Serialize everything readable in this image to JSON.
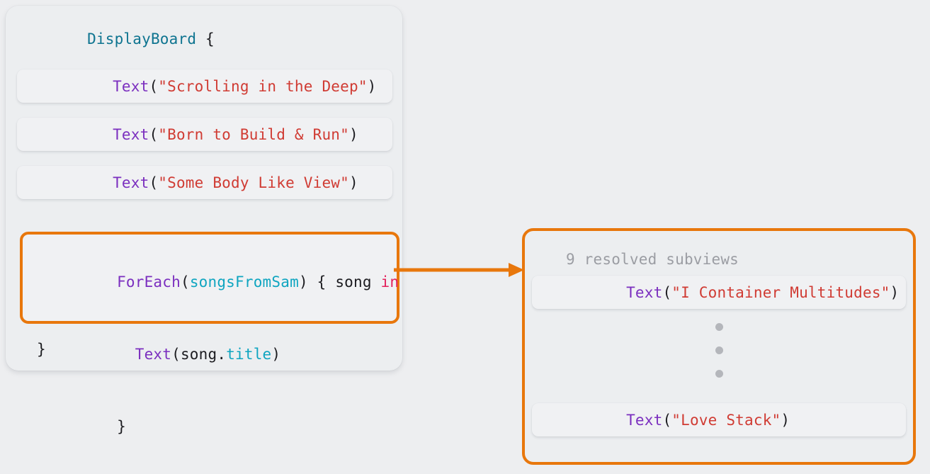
{
  "theme": {
    "page_background": "#edeef0",
    "card_background": "#eceef0",
    "row_background": "#f0f1f3",
    "highlight_border": "#e8770c",
    "arrow_color": "#e8770c",
    "syntax": {
      "type_name": "#0e7490",
      "view_name": "#7b2fbf",
      "string_literal": "#d03b33",
      "identifier": "#0fa5c0",
      "keyword": "#e3215b",
      "plain": "#1c1c20",
      "muted": "#9b9da3"
    }
  },
  "left_card": {
    "declaration": {
      "type_name": "DisplayBoard",
      "open_brace": " {"
    },
    "static_rows": [
      {
        "view": "Text",
        "open_paren": "(",
        "string": "\"Scrolling in the Deep\"",
        "close_paren": ")"
      },
      {
        "view": "Text",
        "open_paren": "(",
        "string": "\"Born to Build & Run\"",
        "close_paren": ")"
      },
      {
        "view": "Text",
        "open_paren": "(",
        "string": "\"Some Body Like View\"",
        "close_paren": ")"
      }
    ],
    "foreach_block": {
      "line1": {
        "view": "ForEach",
        "open_paren": "(",
        "collection": "songsFromSam",
        "close_paren": ")",
        "brace_param": " { ",
        "param": "song",
        "keyword": " in"
      },
      "line2": {
        "indent": "  ",
        "view": "Text",
        "open_paren": "(",
        "base": "song.",
        "property": "title",
        "close_paren": ")"
      },
      "line3": {
        "brace": "}"
      }
    },
    "closing_brace": "}"
  },
  "arrow": {
    "name": "resolution-arrow",
    "direction": "right"
  },
  "right_panel": {
    "count_label": "9 resolved subviews",
    "rows": [
      {
        "view": "Text",
        "open_paren": "(",
        "string": "\"I Container Multitudes\"",
        "close_paren": ")"
      },
      {
        "view": "Text",
        "open_paren": "(",
        "string": "\"Love Stack\"",
        "close_paren": ")"
      }
    ],
    "ellipsis_dot_count": 3
  }
}
